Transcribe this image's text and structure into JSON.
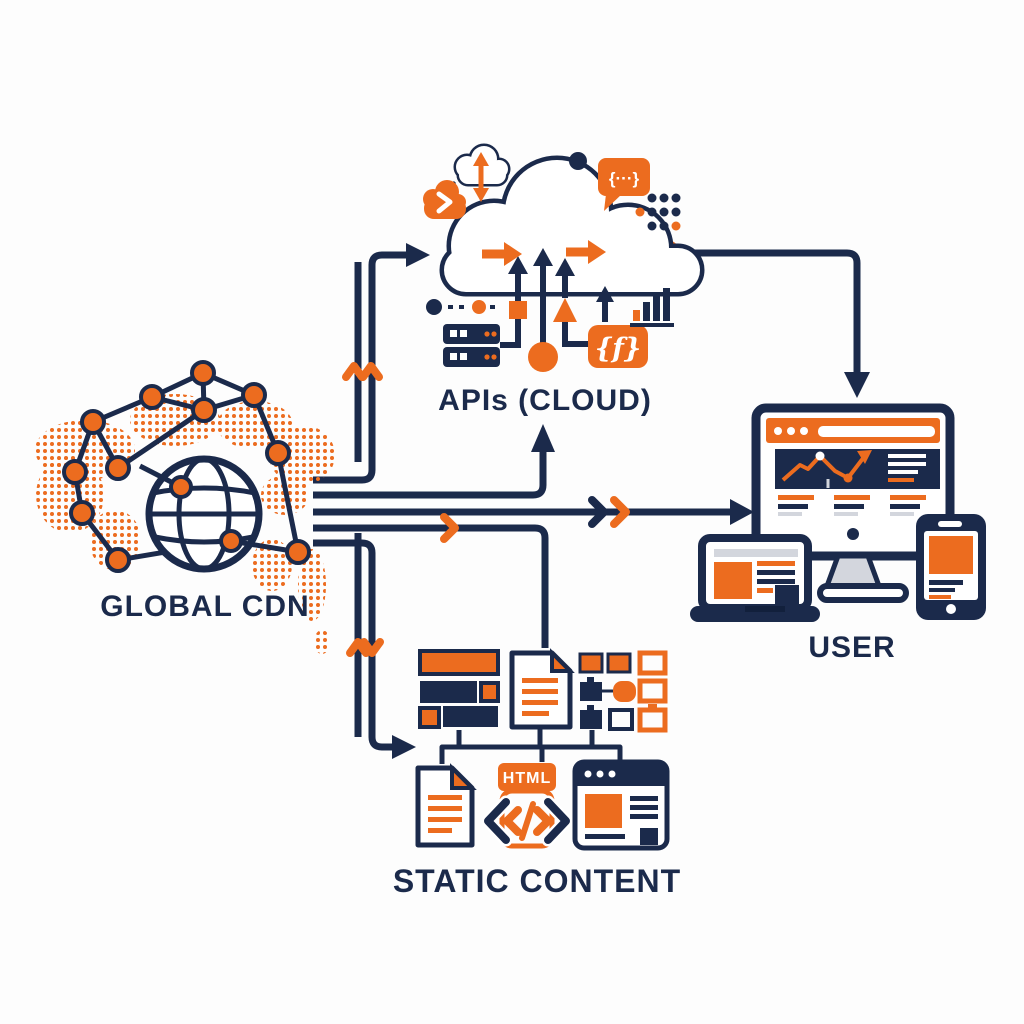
{
  "colors": {
    "navy": "#1b2a4b",
    "orange": "#ec6c1f",
    "gray": "#d3d6dd",
    "bg": "#fdfdfd"
  },
  "diagram": {
    "nodes": {
      "global_cdn": {
        "label": "GLOBAL CDN",
        "icons": [
          "dotted-world-map",
          "network-mesh-nodes",
          "globe"
        ]
      },
      "apis_cloud": {
        "label": "APIs (CLOUD)",
        "bubble_text": "{···}",
        "function_text": "{f}",
        "icons": [
          "cloud-outline",
          "sync-cloud",
          "upload-cloud",
          "code-bubble",
          "dot-grid",
          "server-stack",
          "function-box",
          "bar-chart",
          "orange-square",
          "orange-triangle",
          "orange-circle"
        ]
      },
      "static_content": {
        "label": "STATIC CONTENT",
        "html_badge": "HTML",
        "icons": [
          "layout-blocks",
          "document-file",
          "sitemap-grid",
          "document-file",
          "html-code-tag",
          "browser-window"
        ]
      },
      "user": {
        "label": "USER",
        "icons": [
          "desktop-monitor-browser",
          "laptop",
          "smartphone"
        ]
      }
    },
    "connections": [
      {
        "from": "global_cdn",
        "to": "apis_cloud",
        "type": "double line elbow up, arrowhead into cloud left, orange up-chevrons"
      },
      {
        "from": "global_cdn",
        "to": "apis_cloud",
        "type": "elbow with upward arrowhead below cloud label"
      },
      {
        "from": "global_cdn",
        "to": "user",
        "type": "straight arrow right with navy and orange chevron markers"
      },
      {
        "from": "global_cdn",
        "to": "static_content",
        "type": "elbow down into top document, orange chevron"
      },
      {
        "from": "global_cdn",
        "to": "static_content",
        "type": "double line elbow down, arrowhead into blocks icon, orange chevrons"
      },
      {
        "from": "apis_cloud",
        "to": "user",
        "type": "from orange dot, elbow right then arrowhead down into monitor"
      }
    ]
  }
}
